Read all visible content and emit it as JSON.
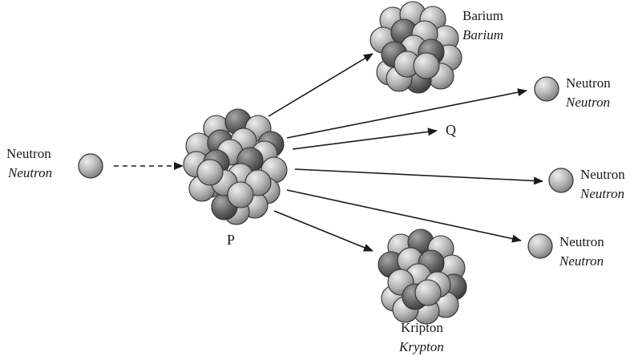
{
  "labels": {
    "incoming_neutron": {
      "line1": "Neutron",
      "line2": "Neutron"
    },
    "nucleus": "P",
    "barium": {
      "line1": "Barium",
      "line2": "Barium"
    },
    "krypton": {
      "line1": "Kripton",
      "line2": "Krypton"
    },
    "energy": "Q",
    "neutron_1": {
      "line1": "Neutron",
      "line2": "Neutron"
    },
    "neutron_2": {
      "line1": "Neutron",
      "line2": "Neutron"
    },
    "neutron_3": {
      "line1": "Neutron",
      "line2": "Neutron"
    }
  },
  "colors": {
    "light_nucleon": "#b8b8b8",
    "dark_nucleon": "#6e6e6e",
    "outline": "#333333",
    "arrow": "#1a1a1a"
  }
}
